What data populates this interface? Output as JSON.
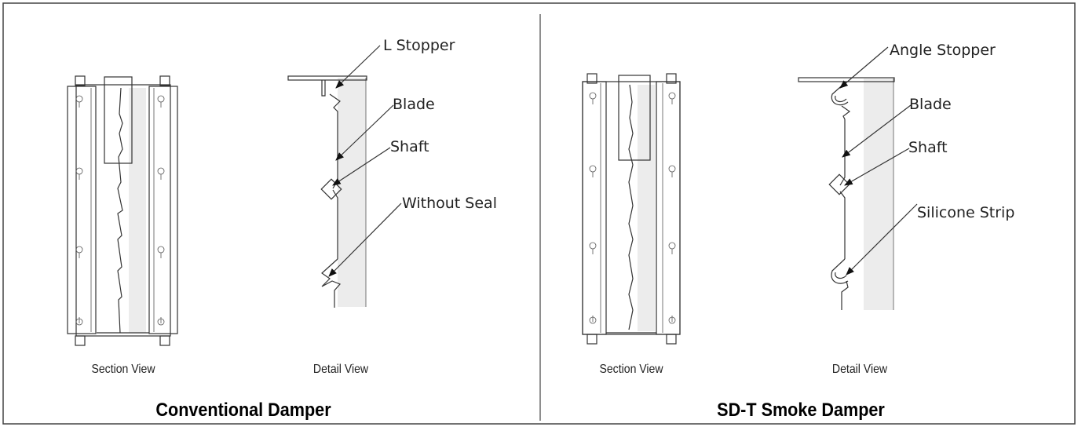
{
  "panels": [
    {
      "title": "Conventional Damper",
      "section_caption": "Section View",
      "detail_caption": "Detail View",
      "callouts": [
        "L Stopper",
        "Blade",
        "Shaft",
        "Without Seal"
      ]
    },
    {
      "title": "SD-T Smoke Damper",
      "section_caption": "Section View",
      "detail_caption": "Detail View",
      "callouts": [
        "Angle Stopper",
        "Blade",
        "Shaft",
        "Silicone Strip"
      ]
    }
  ],
  "colors": {
    "line": "#333333",
    "shade": "#ececec",
    "border": "#444444"
  }
}
